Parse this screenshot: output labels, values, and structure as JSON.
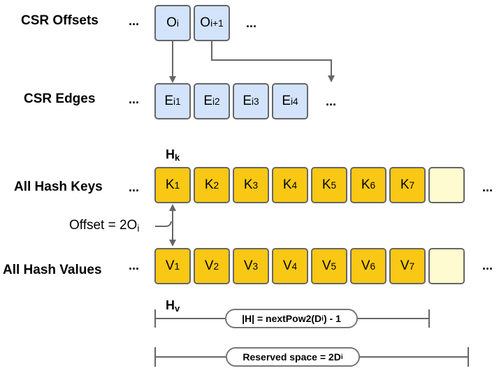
{
  "rows": {
    "offsets_label": "CSR Offsets",
    "edges_label": "CSR Edges",
    "keys_label": "All Hash Keys",
    "values_label": "All Hash Values"
  },
  "ellipsis": "...",
  "offsets": [
    {
      "base": "O",
      "sub": "i"
    },
    {
      "base": "O",
      "sub": "i+1"
    }
  ],
  "edges": [
    {
      "base": "E",
      "sub": "i1"
    },
    {
      "base": "E",
      "sub": "i2"
    },
    {
      "base": "E",
      "sub": "i3"
    },
    {
      "base": "E",
      "sub": "i4"
    }
  ],
  "keys": [
    {
      "base": "K",
      "sub": "1"
    },
    {
      "base": "K",
      "sub": "2"
    },
    {
      "base": "K",
      "sub": "3"
    },
    {
      "base": "K",
      "sub": "4"
    },
    {
      "base": "K",
      "sub": "5"
    },
    {
      "base": "K",
      "sub": "6"
    },
    {
      "base": "K",
      "sub": "7"
    }
  ],
  "values": [
    {
      "base": "V",
      "sub": "1"
    },
    {
      "base": "V",
      "sub": "2"
    },
    {
      "base": "V",
      "sub": "3"
    },
    {
      "base": "V",
      "sub": "4"
    },
    {
      "base": "V",
      "sub": "5"
    },
    {
      "base": "V",
      "sub": "6"
    },
    {
      "base": "V",
      "sub": "7"
    }
  ],
  "hk": {
    "base": "H",
    "sub": "k"
  },
  "hv": {
    "base": "H",
    "sub": "v"
  },
  "offset_note": {
    "text": "Offset = 2O",
    "sub": "i"
  },
  "hash_size": {
    "pre": "|H| = nextPow2(D",
    "sub": "i",
    "post": ") - 1"
  },
  "reserved": {
    "pre": "Reserved space = 2D",
    "sub": "i"
  },
  "colors": {
    "offset_cell": "#d2e3fb",
    "hash_cell": "#f9c814",
    "empty_cell": "#fdfbcf",
    "line": "#666666"
  }
}
